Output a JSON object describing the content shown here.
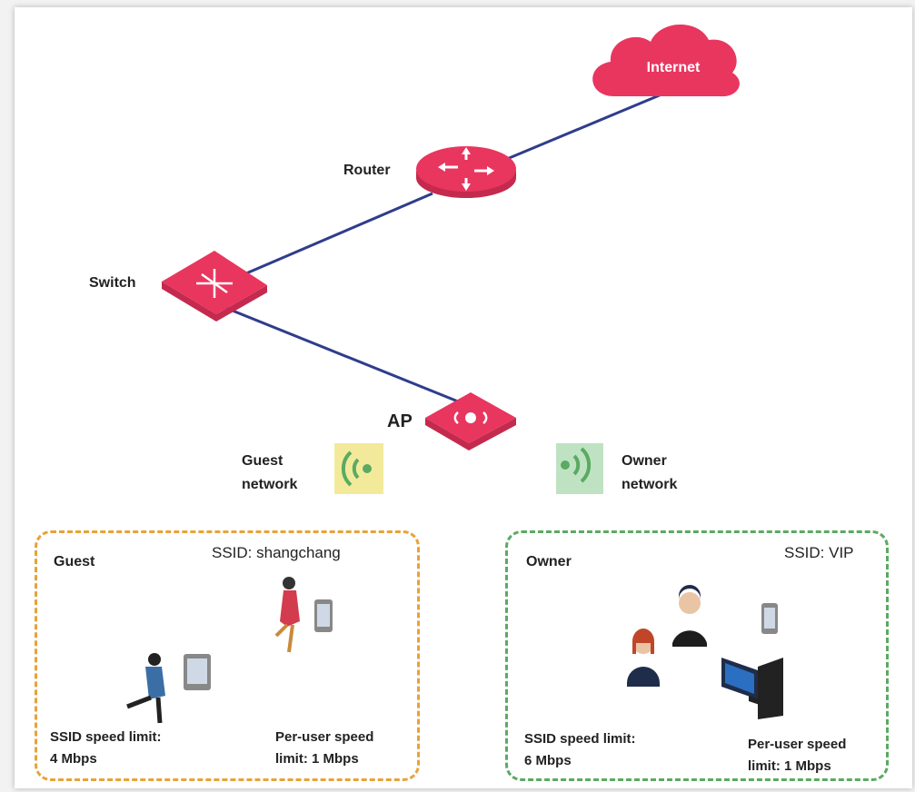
{
  "nodes": {
    "internet": "Internet",
    "router": "Router",
    "switch": "Switch",
    "ap": "AP"
  },
  "networks": {
    "guest": {
      "line1": "Guest",
      "line2": "network"
    },
    "owner": {
      "line1": "Owner",
      "line2": "network"
    }
  },
  "zones": {
    "guest": {
      "title": "Guest",
      "ssid": "SSID:  shangchang",
      "ssid_limit_line1": "SSID speed limit:",
      "ssid_limit_line2": "4 Mbps",
      "user_limit_line1": "Per-user speed",
      "user_limit_line2": "limit: 1 Mbps"
    },
    "owner": {
      "title": "Owner",
      "ssid": "SSID:  VIP",
      "ssid_limit_line1": "SSID speed limit:",
      "ssid_limit_line2": "6 Mbps",
      "user_limit_line1": "Per-user speed",
      "user_limit_line2": "limit: 1 Mbps"
    }
  },
  "colors": {
    "device": "#e8365f",
    "link": "#2e3d8c",
    "guest_border": "#e8a23a",
    "owner_border": "#5aaa62"
  }
}
